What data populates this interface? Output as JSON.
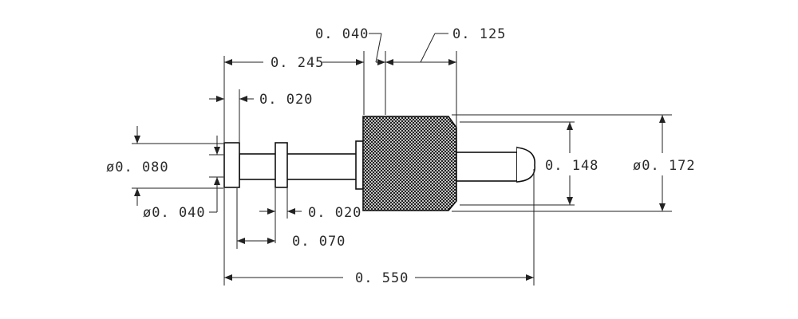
{
  "diagram": {
    "dimensions": {
      "dia_080": "ø0. 080",
      "dia_040": "ø0. 040",
      "dim_020_top": "0. 020",
      "dim_020_bottom": "0. 020",
      "dim_070": "0. 070",
      "dim_245": "0. 245",
      "dim_040": "0. 040",
      "dim_125": "0. 125",
      "dim_148": "0. 148",
      "dia_172": "ø0. 172",
      "dim_550": "0. 550"
    },
    "colors": {
      "line": "#222222",
      "knurl": "#111111",
      "background": "#ffffff"
    }
  }
}
